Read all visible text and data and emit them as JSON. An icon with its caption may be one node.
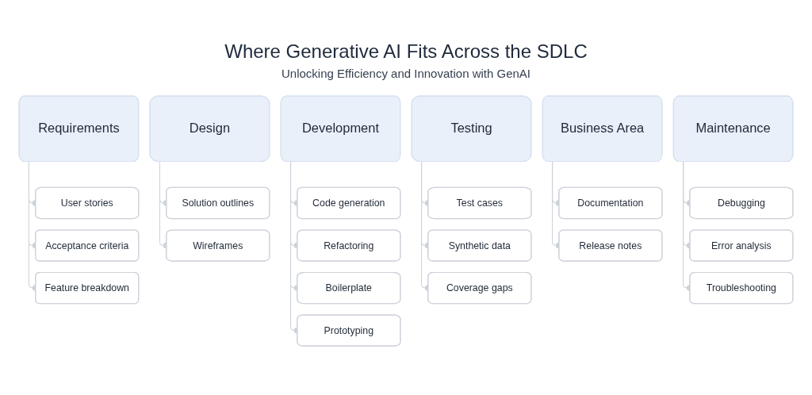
{
  "diagram": {
    "title": "Where Generative AI Fits Across the SDLC",
    "nodes": [
      {
        "text": [
          "Requirements"
        ]
      },
      {
        "text": [
          "User stories"
        ]
      },
      {
        "text": [
          "Acceptance criteria"
        ]
      },
      {
        "text": [
          "Feature breakdown"
        ]
      },
      {
        "text": [
          "Design"
        ]
      },
      {
        "text": [
          "Solution outlines"
        ]
      },
      {
        "text": [
          "Wireframes"
        ]
      },
      {
        "text": [
          "Development"
        ]
      },
      {
        "text": [
          "Code generation"
        ]
      },
      {
        "text": [
          "Refactoring"
        ]
      },
      {
        "text": [
          "Boilerplate"
        ]
      },
      {
        "text": [
          "Prototyping"
        ]
      },
      {
        "text": [
          "Testing"
        ]
      },
      {
        "text": [
          "Test cases"
        ]
      },
      {
        "text": [
          "Synthetic data"
        ]
      },
      {
        "text": [
          "Coverage gaps"
        ]
      },
      {
        "text": [
          "Business Area"
        ]
      },
      {
        "text": [
          "Documentation"
        ]
      },
      {
        "text": [
          "Release notes"
        ]
      },
      {
        "text": [
          "Maintenance"
        ]
      },
      {
        "text": [
          "Debugging"
        ]
      },
      {
        "text": [
          "Error analysis"
        ]
      },
      {
        "text": [
          "Troubleshooting"
        ]
      }
    ],
    "edges": [
      {
        "from": 0,
        "to": 1,
        "arrow": "other"
      },
      {
        "from": 0,
        "to": 2,
        "arrow": "other"
      },
      {
        "from": 0,
        "to": 3,
        "arrow": "other"
      },
      {
        "from": 4,
        "to": 5,
        "arrow": "other"
      },
      {
        "from": 4,
        "to": 6,
        "arrow": "other"
      },
      {
        "from": 7,
        "to": 8,
        "arrow": "other"
      },
      {
        "from": 7,
        "to": 9,
        "arrow": "other"
      },
      {
        "from": 7,
        "to": 10,
        "arrow": "other"
      },
      {
        "from": 7,
        "to": 11,
        "arrow": "other"
      },
      {
        "from": 12,
        "to": 13,
        "arrow": "other"
      },
      {
        "from": 12,
        "to": 14,
        "arrow": "other"
      },
      {
        "from": 12,
        "to": 15,
        "arrow": "other"
      },
      {
        "from": 16,
        "to": 17,
        "arrow": "other"
      },
      {
        "from": 16,
        "to": 18,
        "arrow": "other"
      },
      {
        "from": 19,
        "to": 20,
        "arrow": "other"
      },
      {
        "from": 19,
        "to": 21,
        "arrow": "other"
      },
      {
        "from": 19,
        "to": 22,
        "arrow": "other"
      }
    ],
    "labels": [
      "Unlocking Efficiency and Innovation with GenAI"
    ]
  }
}
